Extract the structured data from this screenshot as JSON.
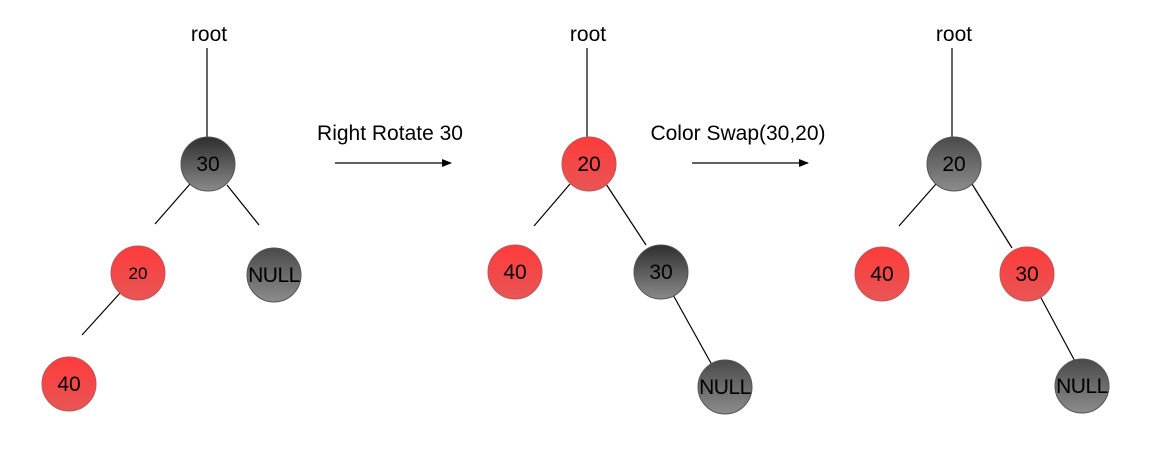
{
  "colors": {
    "red_top": "#ff3b3b",
    "red_bottom": "#e85555",
    "red_stroke": "#b85a5a",
    "black_top": "#2e2e2e",
    "black_bottom": "#8a8a8a",
    "grey_top": "#4a4a4a",
    "grey_bottom": "#8c8c8c",
    "dark_stroke": "#555555"
  },
  "steps": [
    {
      "root_label": "root",
      "nodes": [
        {
          "id": "s1-n30",
          "value": "30",
          "color": "black"
        },
        {
          "id": "s1-n20",
          "value": "20",
          "color": "red"
        },
        {
          "id": "s1-null",
          "value": "NULL",
          "color": "grey"
        },
        {
          "id": "s1-n40",
          "value": "40",
          "color": "red"
        }
      ]
    },
    {
      "root_label": "root",
      "nodes": [
        {
          "id": "s2-n20",
          "value": "20",
          "color": "red"
        },
        {
          "id": "s2-n40",
          "value": "40",
          "color": "red"
        },
        {
          "id": "s2-n30",
          "value": "30",
          "color": "black"
        },
        {
          "id": "s2-null",
          "value": "NULL",
          "color": "grey"
        }
      ]
    },
    {
      "root_label": "root",
      "nodes": [
        {
          "id": "s3-n20",
          "value": "20",
          "color": "grey"
        },
        {
          "id": "s3-n40",
          "value": "40",
          "color": "red"
        },
        {
          "id": "s3-n30",
          "value": "30",
          "color": "red"
        },
        {
          "id": "s3-null",
          "value": "NULL",
          "color": "grey"
        }
      ]
    }
  ],
  "transitions": [
    {
      "label": "Right Rotate 30"
    },
    {
      "label": "Color Swap(30,20)"
    }
  ]
}
